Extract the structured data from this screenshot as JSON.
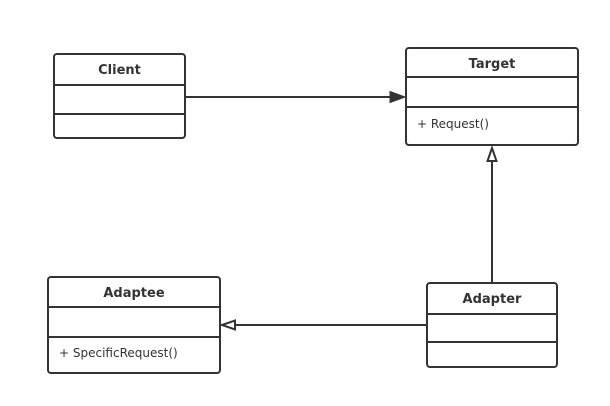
{
  "diagram": {
    "classes": {
      "client": {
        "name": "Client",
        "attributes": "",
        "methods": ""
      },
      "target": {
        "name": "Target",
        "attributes": "",
        "methods": "+ Request()"
      },
      "adaptee": {
        "name": "Adaptee",
        "attributes": "",
        "methods": "+ SpecificRequest()"
      },
      "adapter": {
        "name": "Adapter",
        "attributes": "",
        "methods": ""
      }
    },
    "relations": [
      {
        "from": "Client",
        "to": "Target",
        "kind": "association"
      },
      {
        "from": "Adapter",
        "to": "Target",
        "kind": "generalization"
      },
      {
        "from": "Adapter",
        "to": "Adaptee",
        "kind": "generalization"
      }
    ],
    "colors": {
      "stroke": "#333333",
      "background": "#ffffff"
    }
  }
}
